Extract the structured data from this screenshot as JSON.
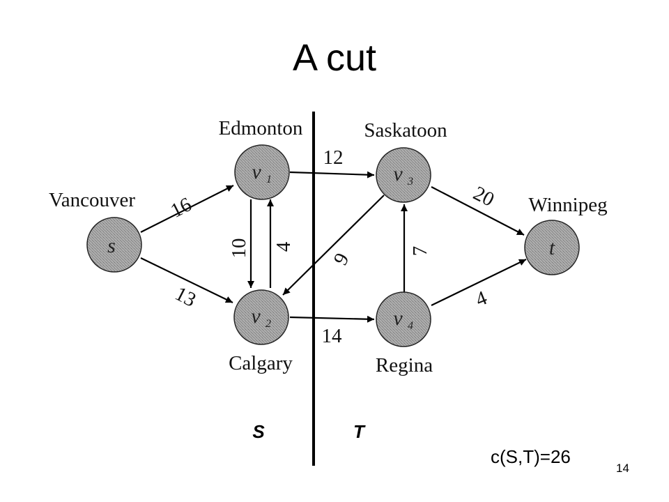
{
  "title": "A cut",
  "nodes": {
    "s": {
      "city": "Vancouver",
      "label": "s",
      "sub": ""
    },
    "v1": {
      "city": "Edmonton",
      "label": "v",
      "sub": "1"
    },
    "v2": {
      "city": "Calgary",
      "label": "v",
      "sub": "2"
    },
    "v3": {
      "city": "Saskatoon",
      "label": "v",
      "sub": "3"
    },
    "v4": {
      "city": "Regina",
      "label": "v",
      "sub": "4"
    },
    "t": {
      "city": "Winnipeg",
      "label": "t",
      "sub": ""
    }
  },
  "edges": [
    {
      "from": "s",
      "to": "v1",
      "capacity": "16"
    },
    {
      "from": "s",
      "to": "v2",
      "capacity": "13"
    },
    {
      "from": "v1",
      "to": "v2",
      "capacity": "10"
    },
    {
      "from": "v2",
      "to": "v1",
      "capacity": "4"
    },
    {
      "from": "v1",
      "to": "v3",
      "capacity": "12"
    },
    {
      "from": "v3",
      "to": "v2",
      "capacity": "9"
    },
    {
      "from": "v2",
      "to": "v4",
      "capacity": "14"
    },
    {
      "from": "v4",
      "to": "v3",
      "capacity": "7"
    },
    {
      "from": "v3",
      "to": "t",
      "capacity": "20"
    },
    {
      "from": "v4",
      "to": "t",
      "capacity": "4"
    }
  ],
  "cut": {
    "left_label": "S",
    "right_label": "T",
    "value_text": "c(S,T)=26"
  },
  "page_number": "14",
  "colors": {
    "node_fill": "#9a9a9a",
    "line": "#000000"
  }
}
